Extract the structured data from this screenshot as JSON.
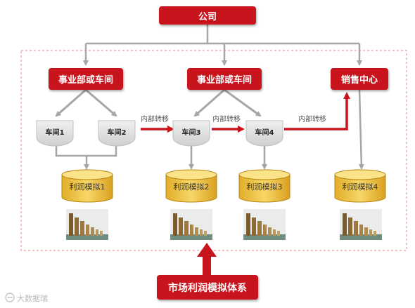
{
  "company": "公司",
  "units": [
    "事业部或车间",
    "事业部或车间",
    "销售中心"
  ],
  "workshops": [
    "车间1",
    "车间2",
    "车间3",
    "车间4"
  ],
  "transfer_label": "内部转移",
  "models": [
    "利润模拟1",
    "利润模拟2",
    "利润模拟3",
    "利润模拟4"
  ],
  "system": "市场利润模拟体系",
  "watermark": "大数据瑞",
  "colors": {
    "red": "#c8141c",
    "gray_shape": "#d9d9d9",
    "cylinder": "#f2c94c",
    "arrow_gray": "#a6a6a6",
    "dashed_border": "#d98a8a"
  }
}
